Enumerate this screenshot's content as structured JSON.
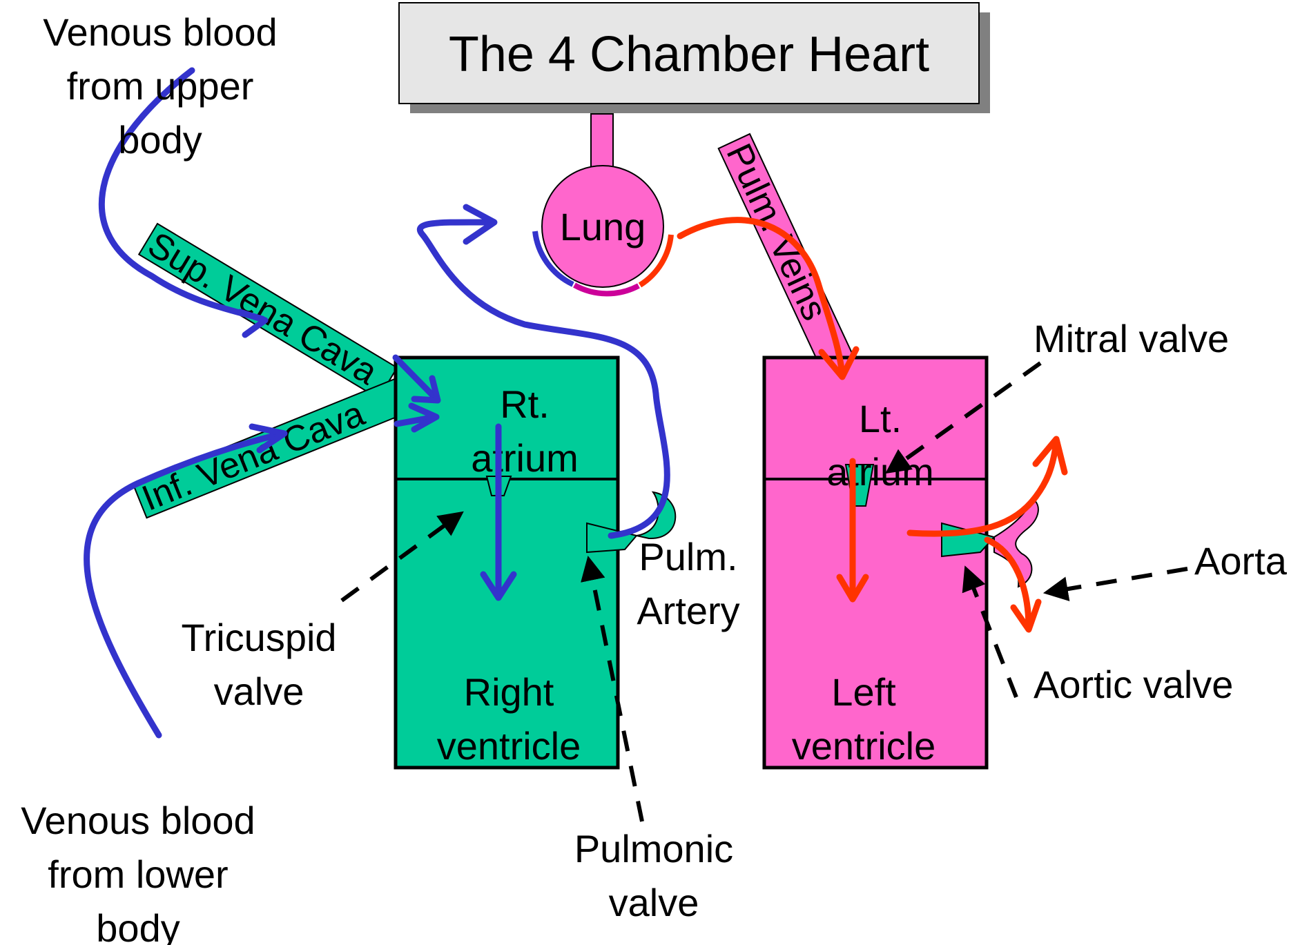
{
  "title": "The 4 Chamber Heart",
  "labels": {
    "venous_upper": [
      "Venous blood",
      "from upper",
      "body"
    ],
    "venous_lower": [
      "Venous blood",
      "from lower",
      "body"
    ],
    "sup_vena_cava": "Sup. Vena Cava",
    "inf_vena_cava": "Inf. Vena Cava",
    "lung": "Lung",
    "pulm_veins": "Pulm. Veins",
    "rt_atrium": [
      "Rt.",
      "atrium"
    ],
    "right_ventricle": [
      "Right",
      "ventricle"
    ],
    "lt_atrium": [
      "Lt.",
      "atrium"
    ],
    "left_ventricle": [
      "Left",
      "ventricle"
    ],
    "pulm_artery": [
      "Pulm.",
      "Artery"
    ],
    "tricuspid_valve": [
      "Tricuspid",
      "valve"
    ],
    "pulmonic_valve": [
      "Pulmonic",
      "valve"
    ],
    "mitral_valve": "Mitral valve",
    "aorta": "Aorta",
    "aortic_valve": "Aortic valve"
  },
  "colors": {
    "right_heart": "#00cc99",
    "left_heart": "#ff66cc",
    "venous_flow": "#3333cc",
    "arterial_flow": "#ff3300",
    "title_box": "#e6e6e6",
    "pointer": "#000000"
  }
}
